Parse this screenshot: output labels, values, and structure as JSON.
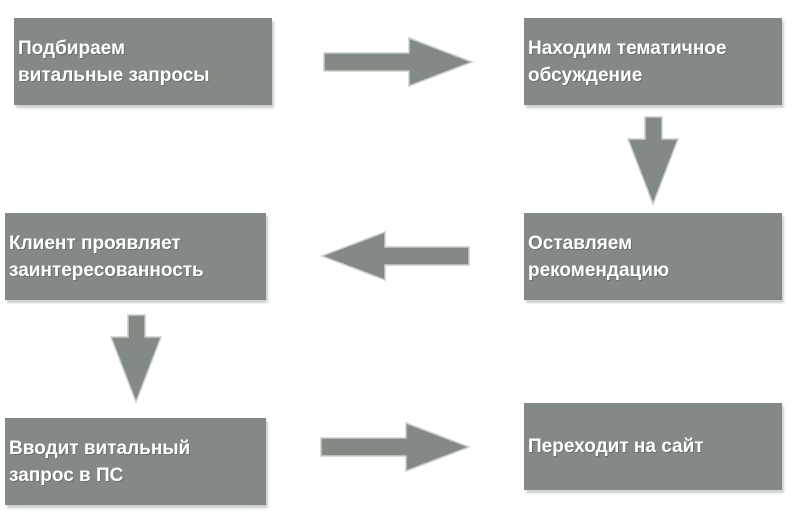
{
  "flow": {
    "steps": [
      {
        "text": "Подбираем\nвитальные запросы"
      },
      {
        "text": "Находим тематичное\nобсуждение"
      },
      {
        "text": "Оставляем\nрекомендацию"
      },
      {
        "text": "Клиент проявляет\nзаинтересованность"
      },
      {
        "text": "Вводит витальный\nзапрос в ПС"
      },
      {
        "text": "Переходит на сайт"
      }
    ],
    "colors": {
      "box": "#838a85",
      "text": "#ffffff",
      "arrow": "#838a85"
    }
  }
}
